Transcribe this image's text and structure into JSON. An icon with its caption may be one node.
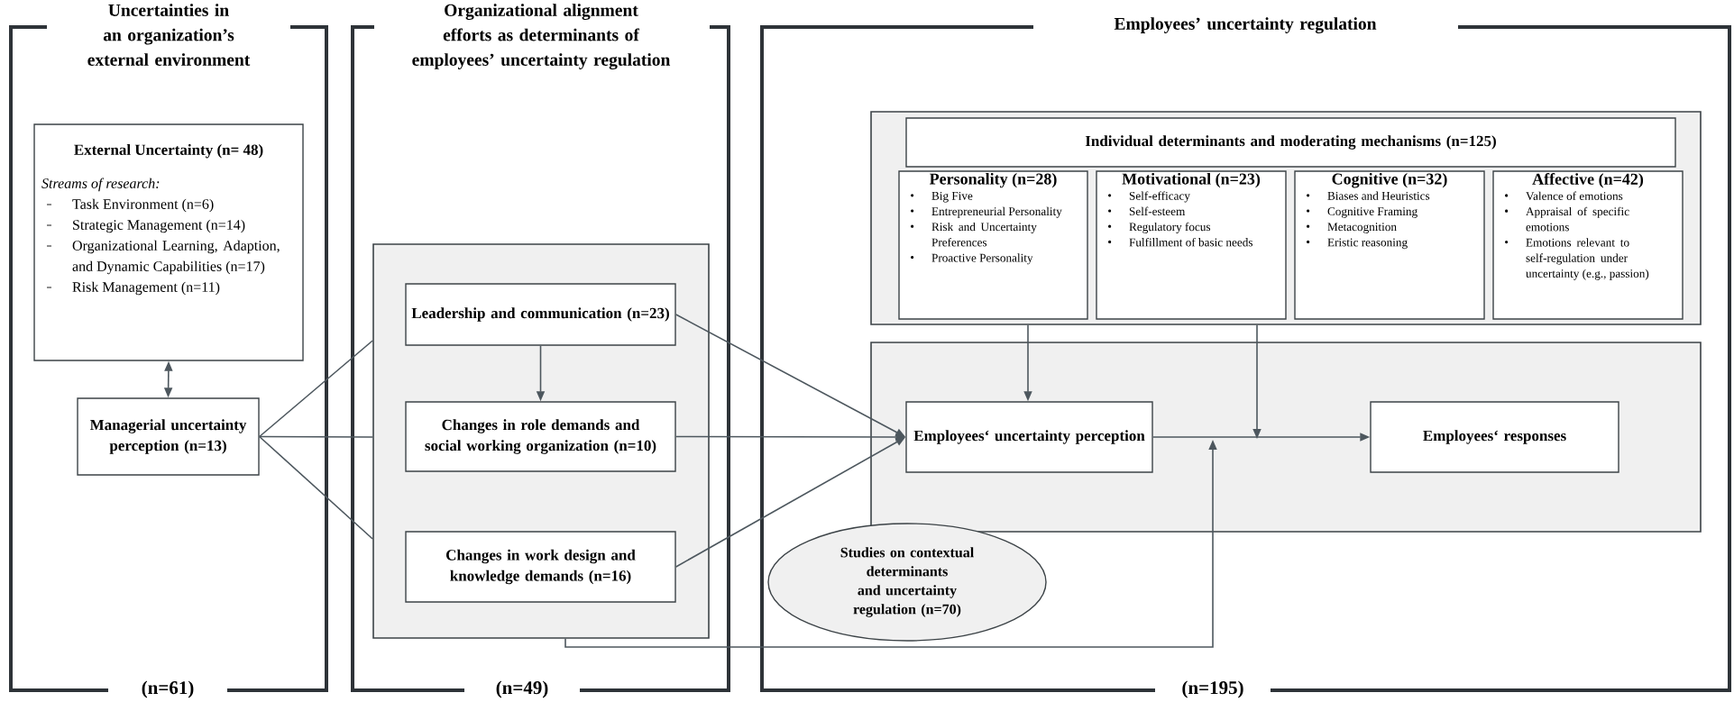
{
  "diagram": {
    "nodes": [
      {
        "text": [
          "Uncertainties in an organization’s external environment",
          "(n=61)"
        ]
      },
      {
        "text": [
          "Organizational alignment efforts as determinants of employees’ uncertainty regulation",
          "(n=49)"
        ]
      },
      {
        "text": [
          "Employees’ uncertainty regulation",
          "(n=195)"
        ]
      },
      {
        "text": [
          "External Uncertainty (n= 48)",
          "Streams of research:",
          "Task Environment (n=6)",
          "Strategic Management (n=14)",
          "Organizational Learning, Adaption, and Dynamic Capabilities (n=17)",
          "Risk Management (n=11)"
        ],
        "in": 0
      },
      {
        "text": [
          "Managerial uncertainty perception (n=13)"
        ],
        "in": 0
      },
      {
        "text": [],
        "shape": "box",
        "in": 1
      },
      {
        "text": [
          "Leadership and communication (n=23)"
        ],
        "in": 5
      },
      {
        "text": [
          "Changes in role demands and social working organization (n=10)"
        ],
        "in": 5
      },
      {
        "text": [
          "Changes in work design and knowledge demands (n=16)"
        ],
        "in": 5
      },
      {
        "text": [],
        "shape": "box",
        "in": 2
      },
      {
        "text": [
          "Individual determinants and moderating mechanisms (n=125)"
        ],
        "in": 9
      },
      {
        "text": [
          "Personality (n=28)",
          "Big Five",
          "Entrepreneurial Personality",
          "Risk and Uncertainty Preferences",
          "Proactive Personality"
        ],
        "in": 9
      },
      {
        "text": [
          "Motivational (n=23)",
          "Self-efficacy",
          "Self-esteem",
          "Regulatory focus",
          "Fulfillment of basic needs"
        ],
        "in": 9
      },
      {
        "text": [
          "Cognitive (n=32)",
          "Biases and Heuristics",
          "Cognitive Framing",
          "Metacognition",
          "Eristic reasoning"
        ],
        "in": 9
      },
      {
        "text": [
          "Affective (n=42)",
          "Valence of emotions",
          "Appraisal of specific emotions",
          "Emotions relevant to self-regulation under uncertainty (e.g., passion)"
        ],
        "in": 9
      },
      {
        "text": [],
        "shape": "box",
        "in": 2
      },
      {
        "text": [
          "Employees‘ uncertainty perception"
        ],
        "in": 15
      },
      {
        "text": [
          "Employees‘ responses"
        ],
        "in": 15
      },
      {
        "text": [
          "Studies on contextual determinants and uncertainty regulation (n=70)"
        ],
        "in": 2
      }
    ],
    "edges": [
      {
        "from": 3,
        "to": 4,
        "arrow": "both"
      },
      {
        "from": 4,
        "to": 5,
        "arrow": "none"
      },
      {
        "from": 4,
        "to": 5,
        "arrow": "none"
      },
      {
        "from": 4,
        "to": 5,
        "arrow": "none"
      },
      {
        "from": 6,
        "to": 7,
        "arrow": "to"
      },
      {
        "from": 6,
        "to": 16,
        "arrow": "to"
      },
      {
        "from": 7,
        "to": 16,
        "arrow": "to"
      },
      {
        "from": 8,
        "to": 16,
        "arrow": "to"
      },
      {
        "from": 9,
        "to": 16,
        "arrow": "to"
      },
      {
        "from": 9,
        "to": null,
        "arrow": "to"
      },
      {
        "from": 16,
        "to": 17,
        "arrow": "to"
      },
      {
        "from": 5,
        "to": null,
        "arrow": "to"
      }
    ]
  }
}
